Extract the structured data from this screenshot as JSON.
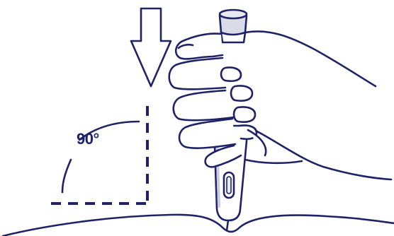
{
  "illustration": {
    "angle_label": "90°",
    "colors": {
      "line": "#1f2266",
      "pen_body": "#ffffff",
      "pen_shade": "#e9e9f3",
      "cap": "#d9dbe6",
      "background": "#ffffff"
    },
    "icons": [
      "down-arrow-icon",
      "right-angle-marker",
      "hand",
      "injection-pen",
      "skin-surface"
    ]
  }
}
